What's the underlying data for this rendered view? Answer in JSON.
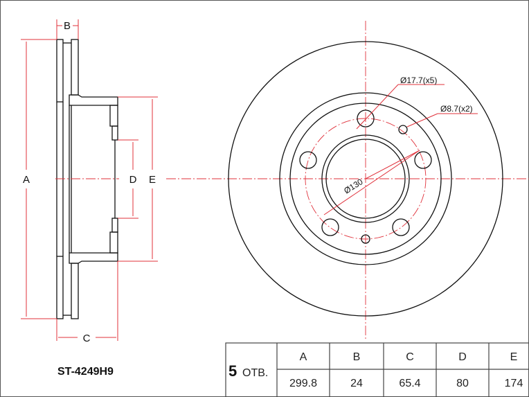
{
  "part_number": "ST-4249H9",
  "side_view_labels": {
    "a": "A",
    "b": "B",
    "c": "C",
    "d": "D",
    "e": "E"
  },
  "front_view_annotations": {
    "bolt_hole": "Ø17.7(x5)",
    "small_hole": "Ø8.7(x2)",
    "pcd": "Ø130"
  },
  "table": {
    "holes_count": "5",
    "holes_label": "ОТВ.",
    "headers": [
      "A",
      "B",
      "C",
      "D",
      "E"
    ],
    "values": [
      "299.8",
      "24",
      "65.4",
      "80",
      "174"
    ]
  },
  "colors": {
    "dimension": "#e0303a",
    "outline": "#111111"
  }
}
